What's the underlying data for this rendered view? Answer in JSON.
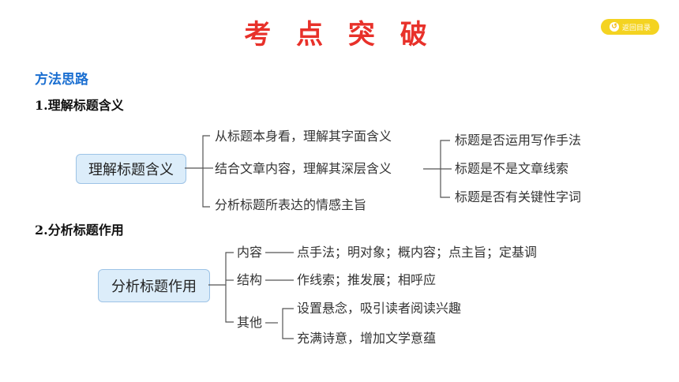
{
  "header": {
    "title": "考 点 突 破",
    "back_button": "返回目录"
  },
  "section": {
    "heading": "方法思路",
    "part1": {
      "label": "1.理解标题含义",
      "root": "理解标题含义",
      "branches": [
        "从标题本身看，理解其字面含义",
        "结合文章内容，理解其深层含义",
        "分析标题所表达的情感主旨"
      ],
      "sub_branches": [
        "标题是否运用写作手法",
        "标题是不是文章线索",
        "标题是否有关键性字词"
      ]
    },
    "part2": {
      "label": "2.分析标题作用",
      "root": "分析标题作用",
      "rows": [
        {
          "category": "内容",
          "detail": "点手法；明对象；概内容；点主旨；定基调"
        },
        {
          "category": "结构",
          "detail": "作线索；推发展；相呼应"
        },
        {
          "category": "其他"
        }
      ],
      "other_items": [
        "设置悬念，吸引读者阅读兴趣",
        "充满诗意，增加文学意蕴"
      ]
    }
  }
}
